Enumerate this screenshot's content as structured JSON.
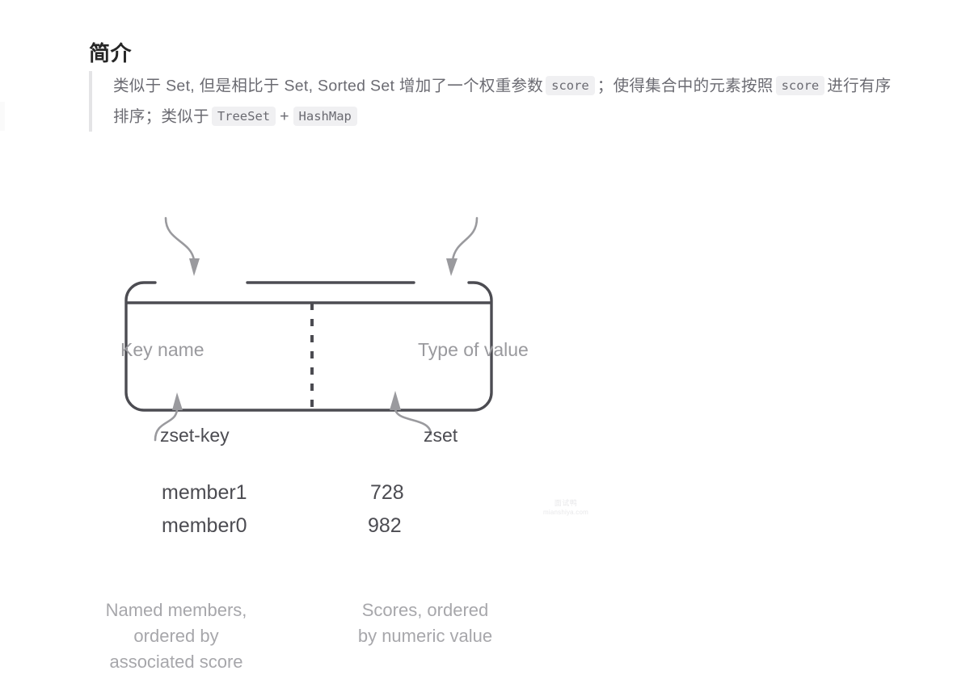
{
  "heading": "简介",
  "blockquote": {
    "line1_part1": "类似于 Set, 但是相比于 Set, Sorted Set 增加了一个权重参数",
    "code_score_1": "score",
    "line1_part2": "；使得集合中的元素按照",
    "code_score_2": "score",
    "line1_part3": "进行有序",
    "line2_part1": "排序；类似于",
    "code_treeset": "TreeSet",
    "plus": "+",
    "code_hashmap": "HashMap"
  },
  "diagram": {
    "label_key_name": "Key name",
    "label_type_of_value": "Type of value",
    "box_key_label": "zset-key",
    "box_type_label": "zset",
    "rows": [
      {
        "member": "member1",
        "score": "728"
      },
      {
        "member": "member0",
        "score": "982"
      }
    ],
    "caption_members_line1": "Named members,",
    "caption_members_line2": "ordered by",
    "caption_members_line3": "associated score",
    "caption_scores_line1": "Scores, ordered",
    "caption_scores_line2": "by numeric value"
  },
  "watermark": {
    "cn": "面试鸭",
    "en": "mianshiya.com"
  },
  "colors": {
    "heading": "#262626",
    "body_text": "#6b6b72",
    "code_bg": "#f0f0f2",
    "diagram_stroke": "#4c4c52",
    "diagram_label": "#9a9a9e",
    "blockquote_border": "#e4e4e6"
  }
}
